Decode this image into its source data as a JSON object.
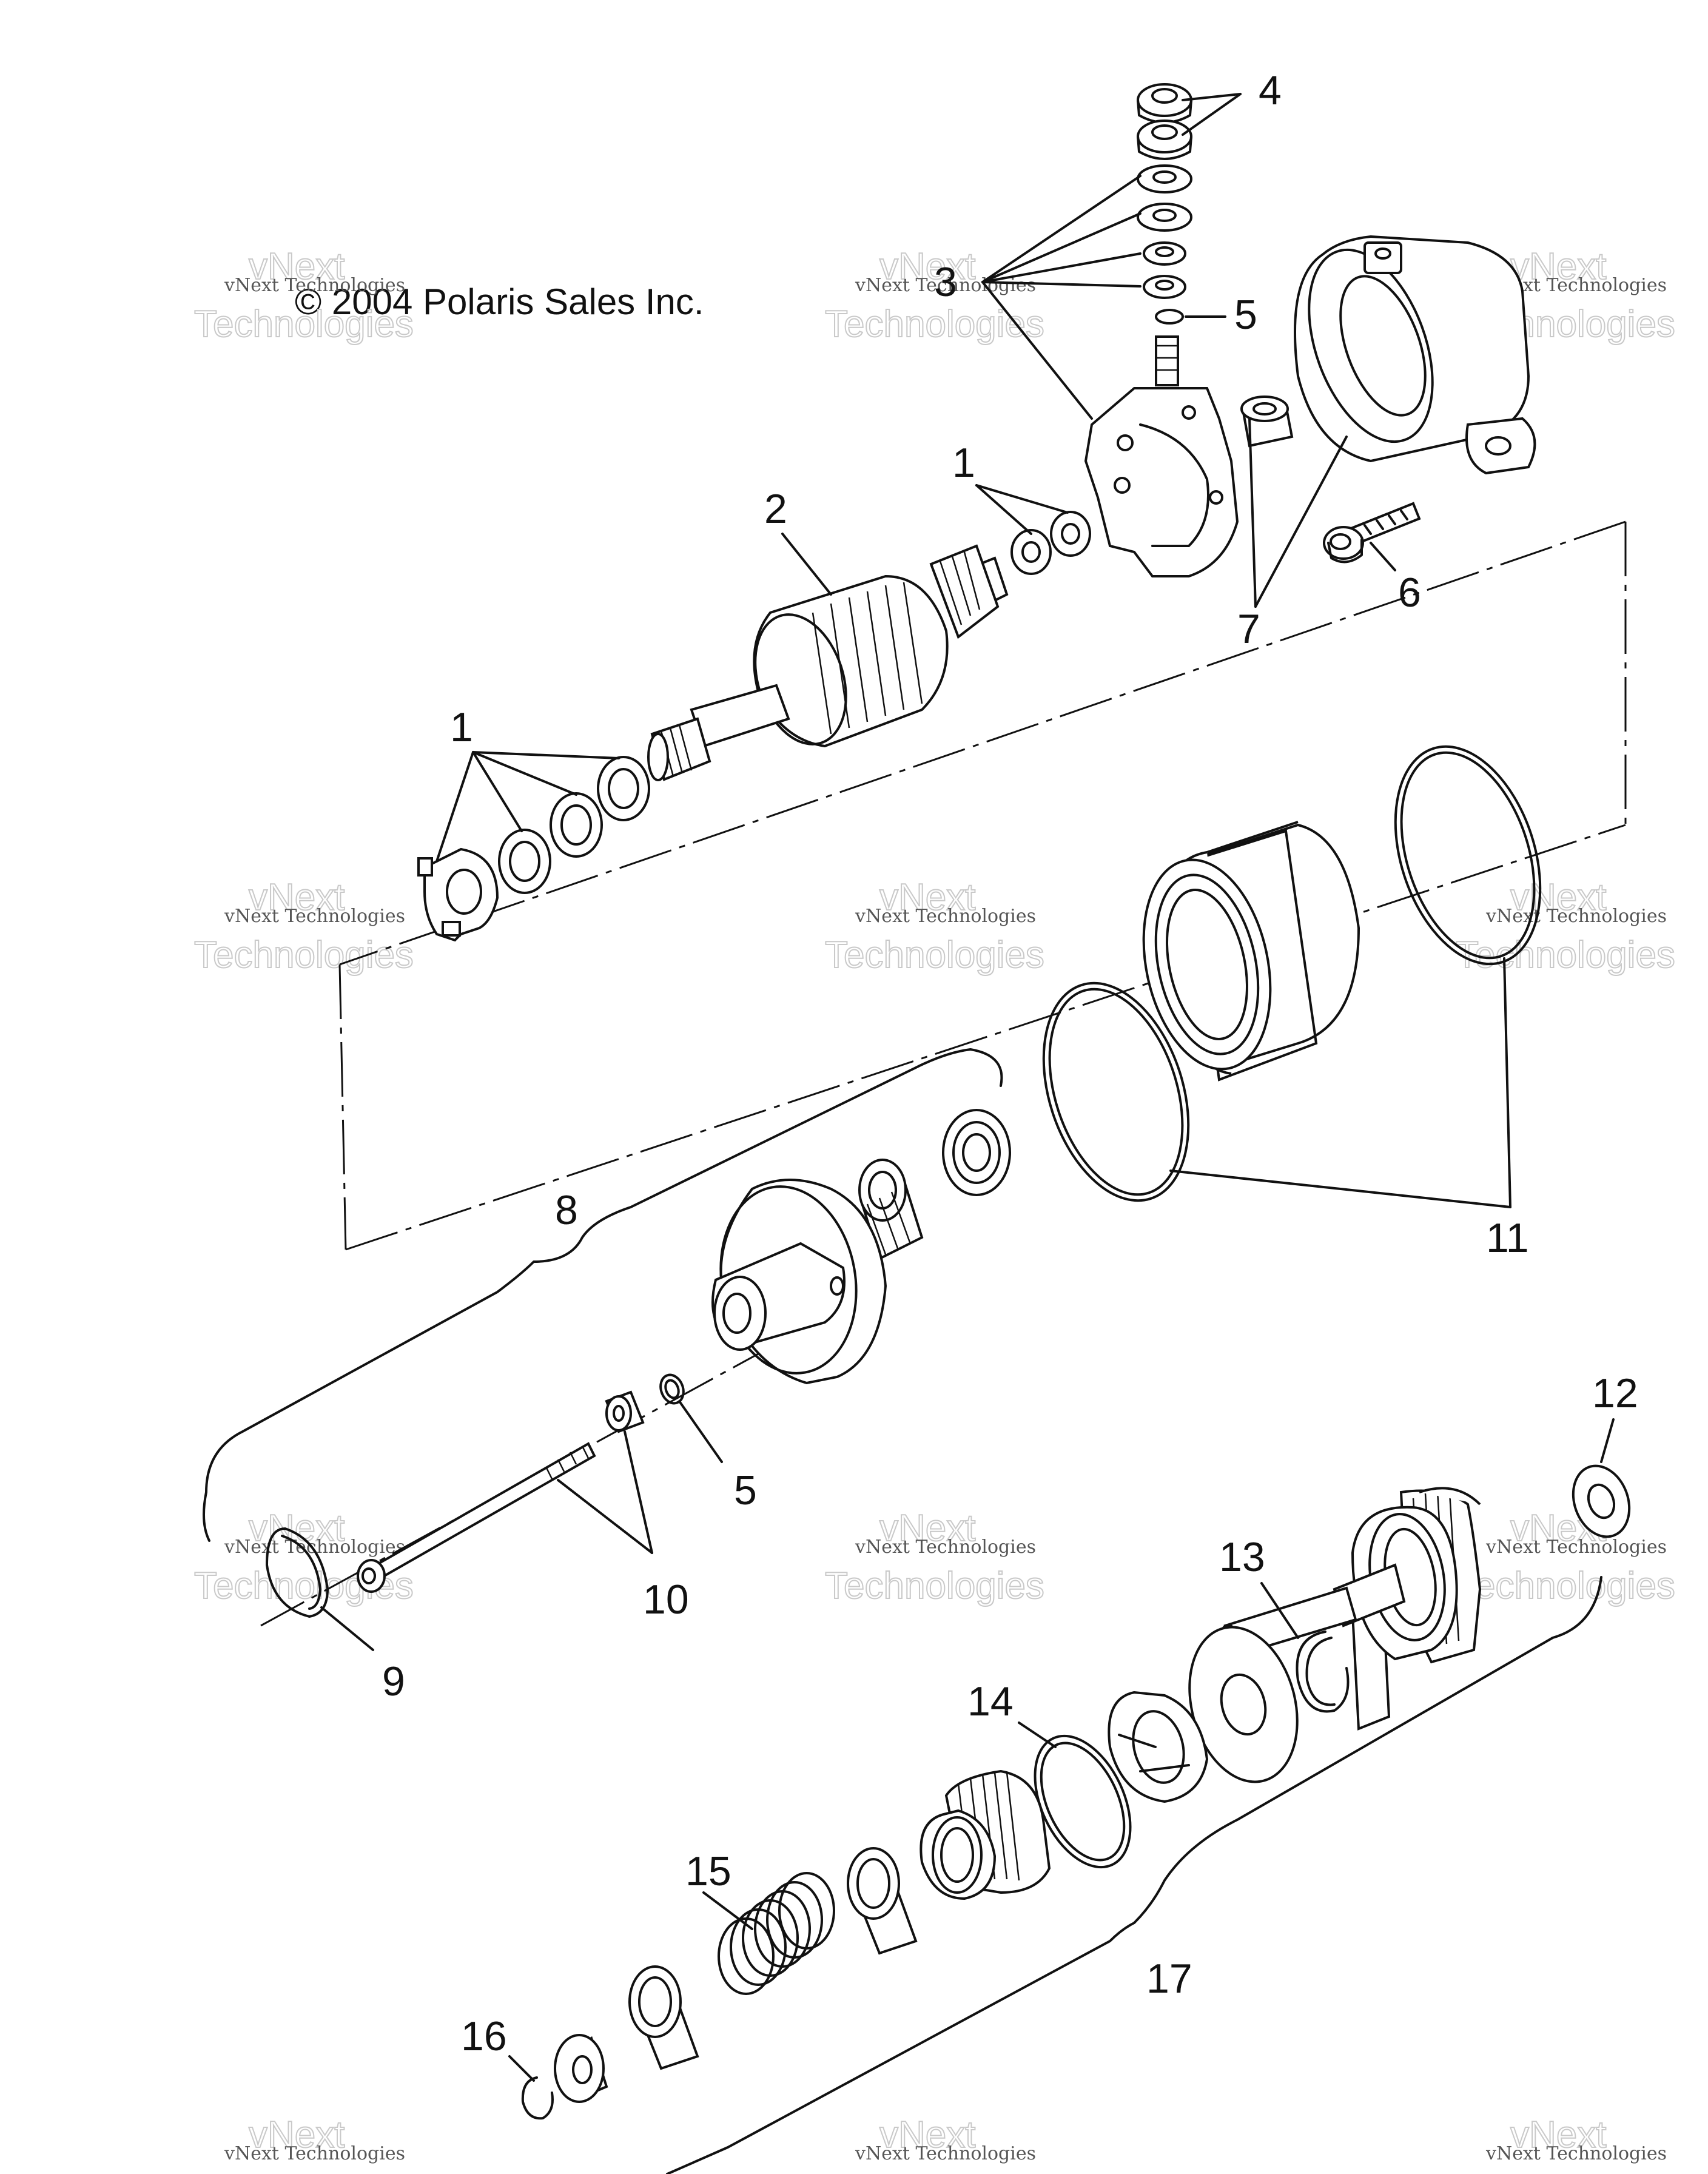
{
  "copyright": "© 2004 Polaris Sales Inc.",
  "watermark": {
    "line1": "vNext Technologies",
    "line2": "Technologies",
    "top": "vNext"
  },
  "callouts": [
    {
      "id": "c4",
      "label": "4"
    },
    {
      "id": "c3",
      "label": "3"
    },
    {
      "id": "c5a",
      "label": "5"
    },
    {
      "id": "c1a",
      "label": "1"
    },
    {
      "id": "c2",
      "label": "2"
    },
    {
      "id": "c6",
      "label": "6"
    },
    {
      "id": "c7",
      "label": "7"
    },
    {
      "id": "c1b",
      "label": "1"
    },
    {
      "id": "c8",
      "label": "8"
    },
    {
      "id": "c11",
      "label": "11"
    },
    {
      "id": "c5b",
      "label": "5"
    },
    {
      "id": "c12",
      "label": "12"
    },
    {
      "id": "c10",
      "label": "10"
    },
    {
      "id": "c9",
      "label": "9"
    },
    {
      "id": "c13",
      "label": "13"
    },
    {
      "id": "c14",
      "label": "14"
    },
    {
      "id": "c15",
      "label": "15"
    },
    {
      "id": "c17",
      "label": "17"
    },
    {
      "id": "c16",
      "label": "16"
    }
  ]
}
